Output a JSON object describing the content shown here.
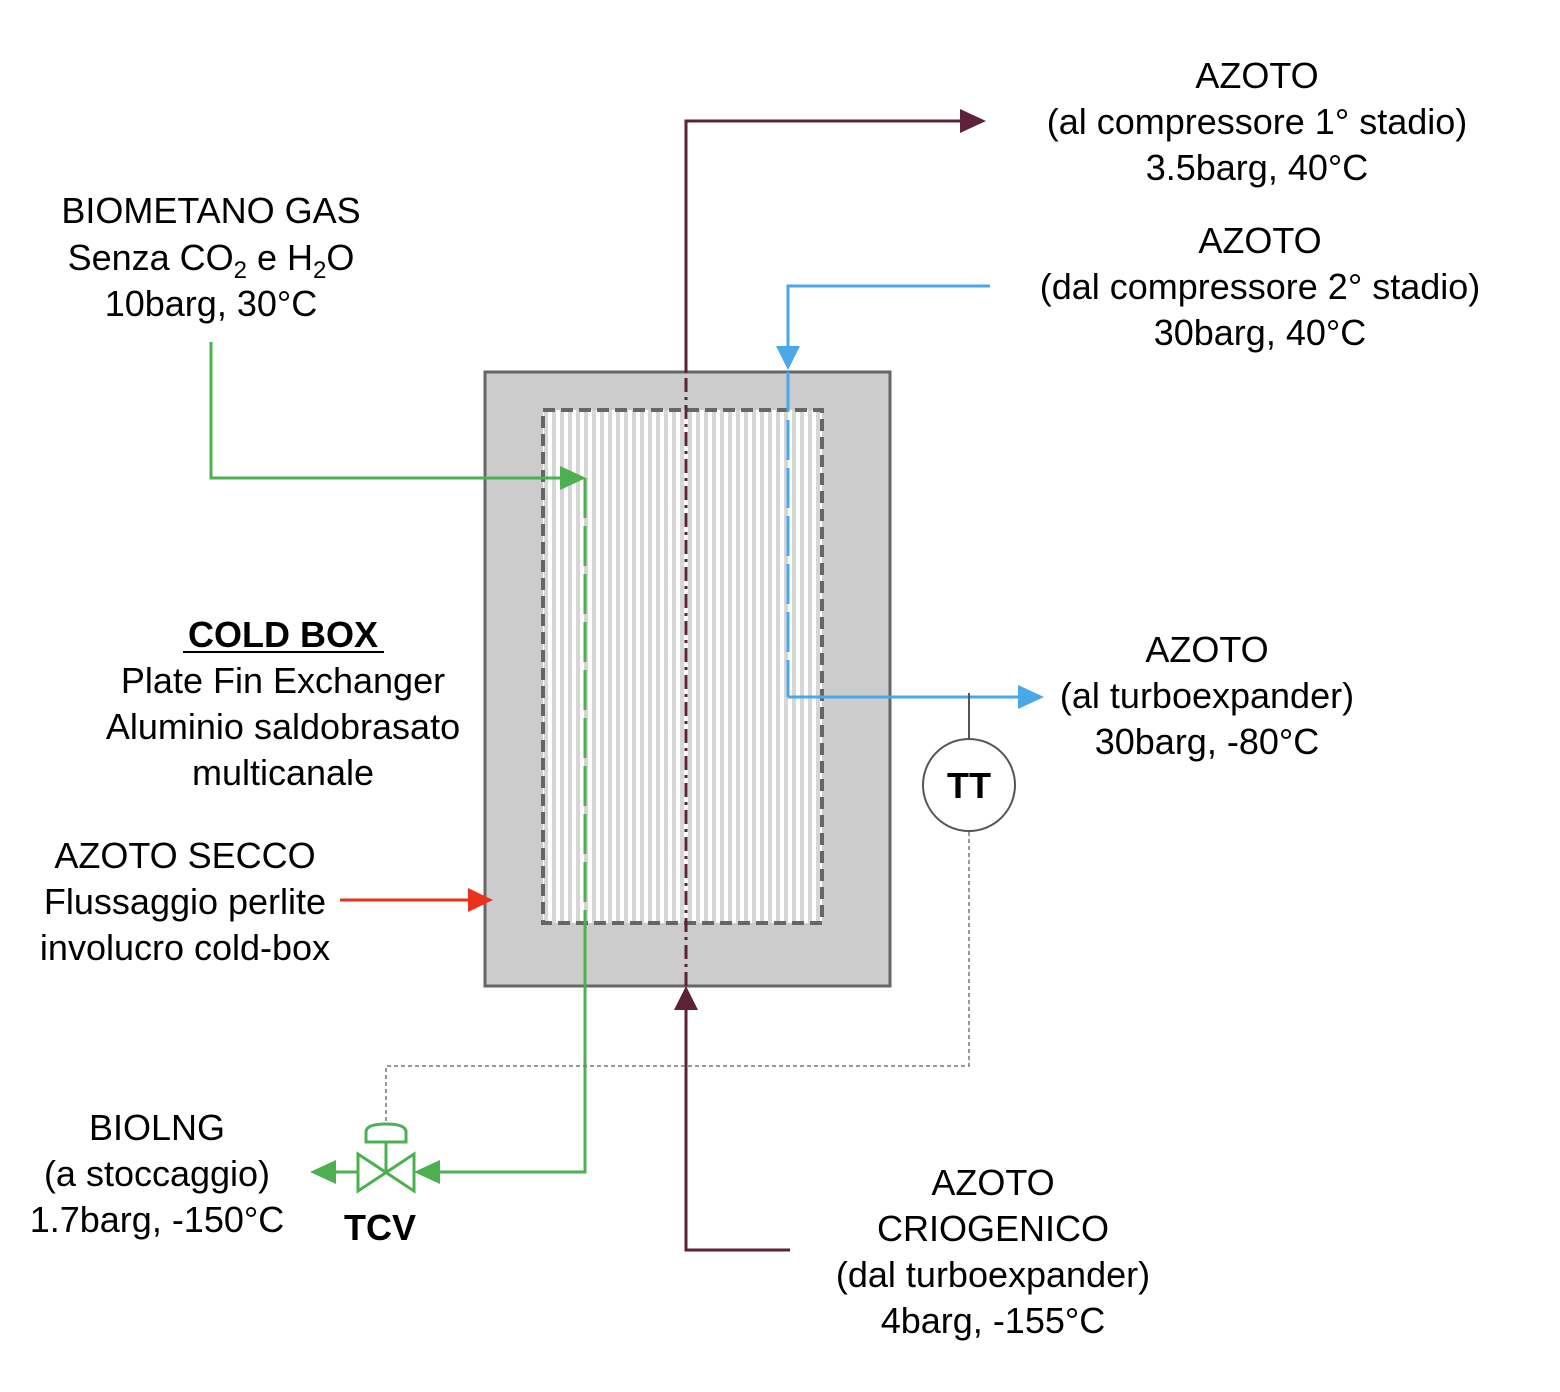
{
  "colors": {
    "maroon": "#5c2238",
    "blue": "#4aa8e8",
    "green": "#4caf50",
    "red": "#e8321e",
    "box": "#cccccc",
    "border": "#666666"
  },
  "labels": {
    "biometano": {
      "l1": "BIOMETANO GAS",
      "l2a": "Senza CO",
      "l2sub1": "2",
      "l2b": " e H",
      "l2sub2": "2",
      "l2c": "O",
      "l3": "10barg, 30°C"
    },
    "azoto_out1": {
      "l1": "AZOTO",
      "l2": "(al compressore 1° stadio)",
      "l3": "3.5barg, 40°C"
    },
    "azoto_in2": {
      "l1": "AZOTO",
      "l2": "(dal compressore 2° stadio)",
      "l3": "30barg, 40°C"
    },
    "azoto_turbo": {
      "l1": "AZOTO",
      "l2": "(al turboexpander)",
      "l3": "30barg, -80°C"
    },
    "coldbox": {
      "l1": "COLD BOX",
      "l2": "Plate Fin Exchanger",
      "l3": "Aluminio saldobrasato",
      "l4": "multicanale"
    },
    "azoto_secco": {
      "l1": "AZOTO SECCO",
      "l2": "Flussaggio perlite",
      "l3": "involucro cold-box"
    },
    "biolng": {
      "l1": "BIOLNG",
      "l2": "(a stoccaggio)",
      "l3": "1.7barg, -150°C"
    },
    "azoto_crio": {
      "l1": "AZOTO",
      "l2": "CRIOGENICO",
      "l3": "(dal turboexpander)",
      "l4": "4barg, -155°C"
    },
    "tt": "TT",
    "tcv": "TCV"
  }
}
